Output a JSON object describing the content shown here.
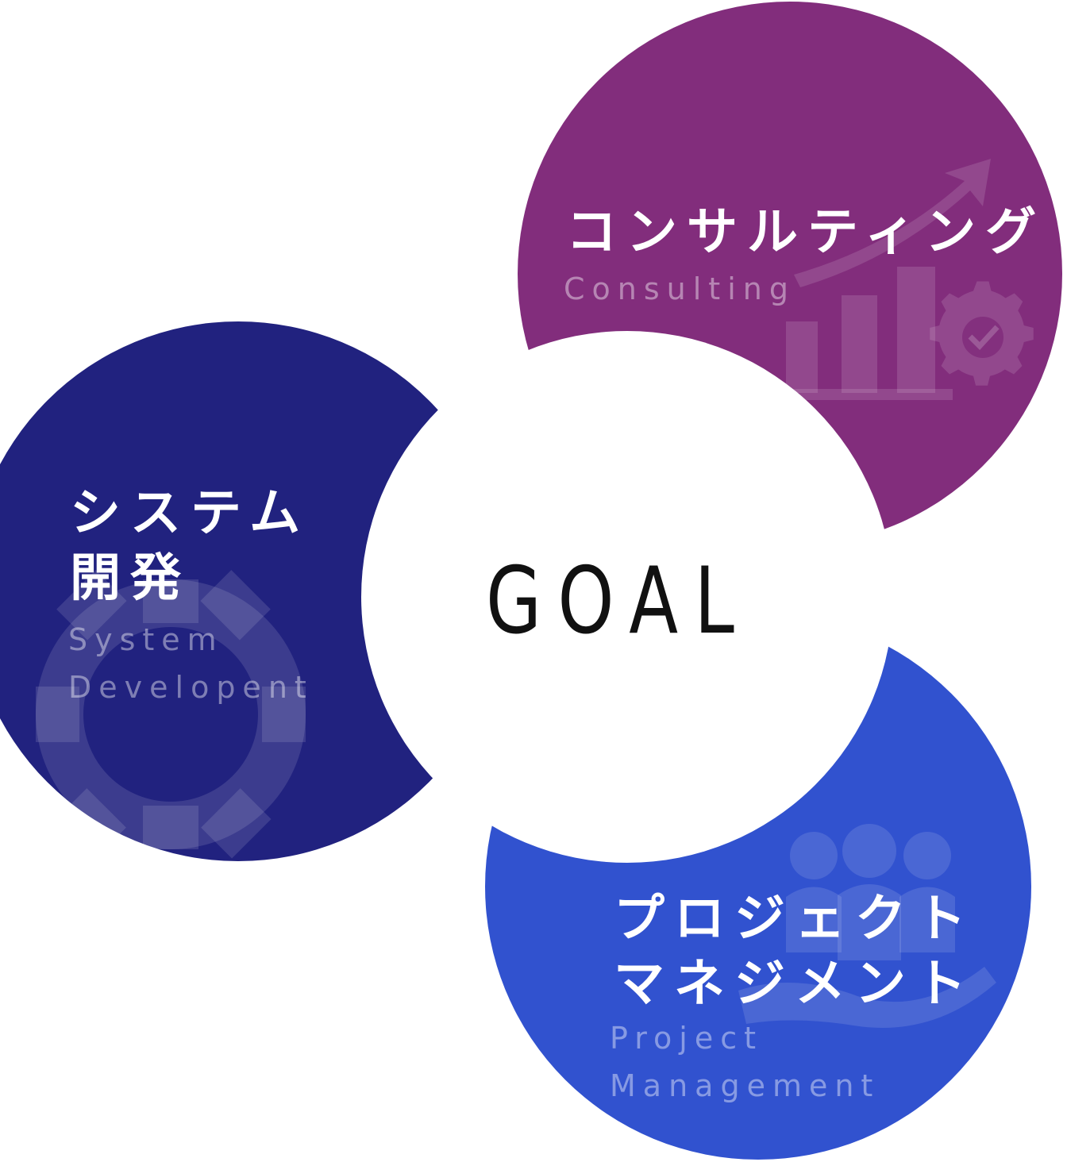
{
  "goal": {
    "label": "GOAL"
  },
  "nodes": [
    {
      "id": "consulting",
      "title_lines": [
        "コンサルティング"
      ],
      "subtitle_lines": [
        "Consulting"
      ],
      "color": "#822d7c",
      "icon": "growth-chart-gear-icon"
    },
    {
      "id": "system-development",
      "title_lines": [
        "システム",
        "開発"
      ],
      "subtitle_lines": [
        "System",
        "Developent"
      ],
      "color": "#21227f",
      "icon": "gear-icon"
    },
    {
      "id": "project-management",
      "title_lines": [
        "プロジェクト",
        "マネジメント"
      ],
      "subtitle_lines": [
        "Project",
        "Management"
      ],
      "color": "#3152cf",
      "icon": "team-hand-icon"
    }
  ],
  "colors": {
    "background": "#ffffff",
    "goal_text": "#111111",
    "icon_overlay": "#ffffff"
  }
}
